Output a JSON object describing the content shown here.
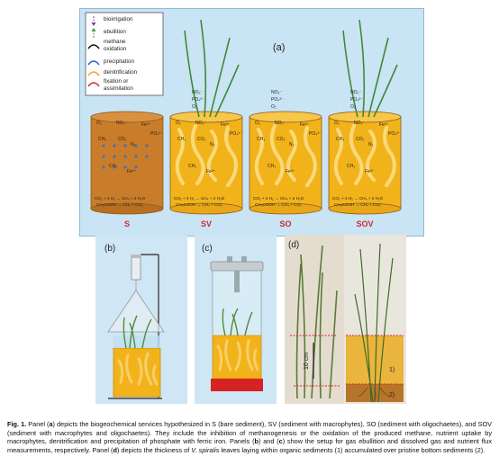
{
  "panel_a": {
    "label": "(a)",
    "legend": [
      {
        "icon": "bioirrigation-arrow-icon",
        "label": "bioirrigation"
      },
      {
        "icon": "ebullition-arrow-icon",
        "label": "ebullition"
      },
      {
        "icon": "methane-oxidation-curve-icon",
        "label": "methane oxidation"
      },
      {
        "icon": "precipitation-curve-icon",
        "label": "precipitation"
      },
      {
        "icon": "denitrification-curve-icon",
        "label": "denitrification"
      },
      {
        "icon": "fixation-curve-icon",
        "label": "fixation or assimilation"
      }
    ],
    "cylinders": [
      {
        "name": "S",
        "color": "#d7282a"
      },
      {
        "name": "SV",
        "color": "#d7282a"
      },
      {
        "name": "SO",
        "color": "#d7282a"
      },
      {
        "name": "SOV",
        "color": "#d7282a"
      }
    ],
    "species": {
      "o2": "O₂",
      "no3": "NO₃⁻",
      "po4": "PO₄³⁻",
      "fe": "Fe³⁺",
      "ch4": "CH₄",
      "co2": "CO₂",
      "n2": "N₂",
      "fe2": "Fe²⁺"
    },
    "equations": [
      "CO₂ + 4 H₂ → CH₄ + 2 H₂O",
      "CH₃COOH → CH₄ + CO₂"
    ]
  },
  "panel_b": {
    "label": "(b)"
  },
  "panel_c": {
    "label": "(c)"
  },
  "panel_d": {
    "label": "(d)",
    "scale_label": "10 cm",
    "layer_1": "1)",
    "layer_2": "2)"
  },
  "caption": {
    "lead": "Fig. 1.",
    "text_1": " Panel (",
    "a": "a",
    "text_2": ") depicts the biogeochemical services hypothesized in S (bare sediment), SV (sediment with macrophytes), SO (sediment with oligochaetes), and SOV (sediment with macrophytes and oligochaetes). They include the inhibition of methanogenesis or the oxidation of the produced methane, nutrient uptake by macrophytes, denitrification and precipitation of phosphate with ferric iron. Panels (",
    "b": "b",
    "text_3": ") and (",
    "c": "c",
    "text_4": ") show the setup for gas ebullition and dissolved gas and nutrient flux measurements, respectively. Panel (",
    "d": "d",
    "text_5": ") depicts the thickness of ",
    "species_name": "V. spiralis",
    "text_6": " leaves laying within organic sediments (1) accumulated over pristine bottom sediments (2)."
  }
}
